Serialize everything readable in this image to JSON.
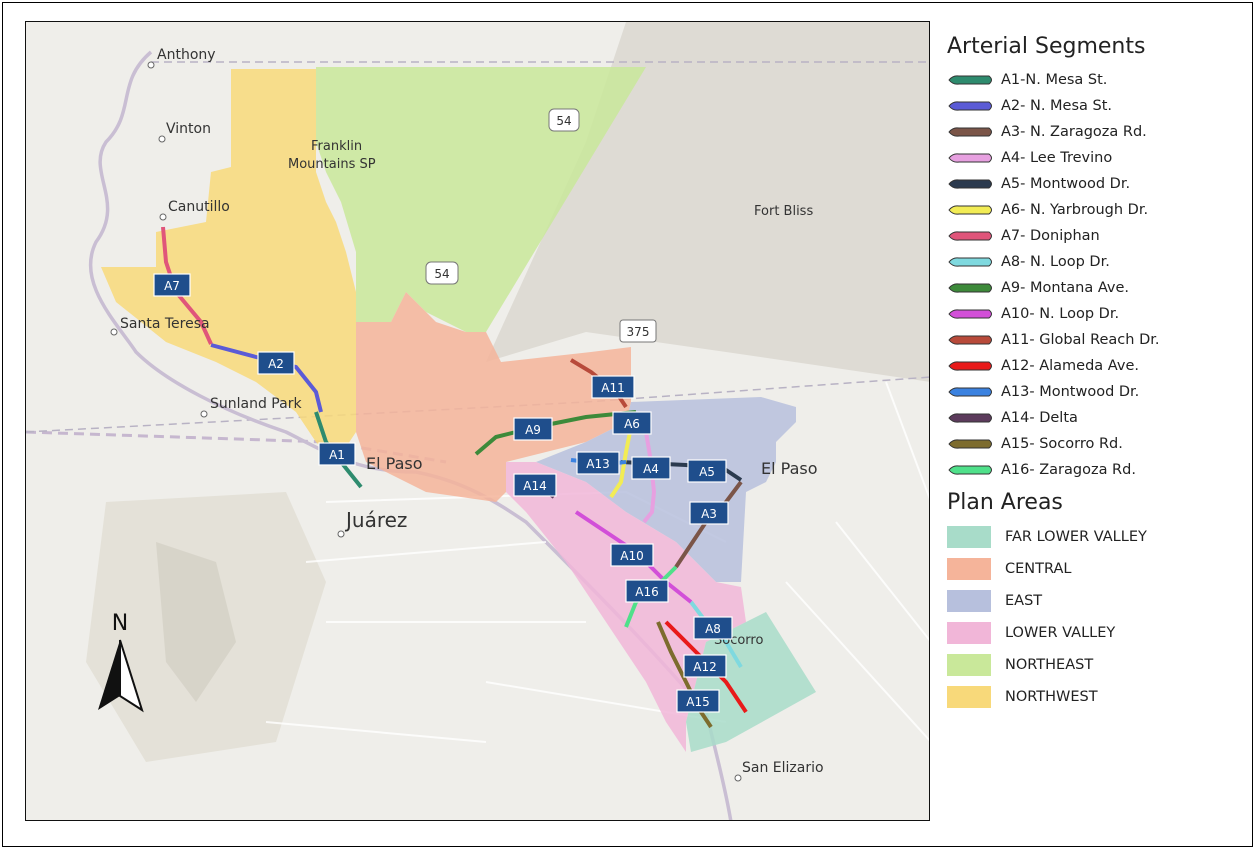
{
  "legend": {
    "segments_title": "Arterial Segments",
    "areas_title": "Plan Areas",
    "segments": [
      {
        "id": "A1",
        "label": "A1-N. Mesa St.",
        "color": "#2e8b6e"
      },
      {
        "id": "A2",
        "label": "A2- N. Mesa St.",
        "color": "#5b5bd6"
      },
      {
        "id": "A3",
        "label": "A3- N. Zaragoza Rd.",
        "color": "#7b5548"
      },
      {
        "id": "A4",
        "label": "A4- Lee Trevino",
        "color": "#e7a0e0"
      },
      {
        "id": "A5",
        "label": "A5- Montwood Dr.",
        "color": "#2b3a4e"
      },
      {
        "id": "A6",
        "label": "A6- N. Yarbrough Dr.",
        "color": "#f2ec55"
      },
      {
        "id": "A7",
        "label": "A7- Doniphan",
        "color": "#e0557a"
      },
      {
        "id": "A8",
        "label": "A8- N. Loop Dr.",
        "color": "#7fd9df"
      },
      {
        "id": "A9",
        "label": "A9- Montana Ave.",
        "color": "#3d8a3a"
      },
      {
        "id": "A10",
        "label": "A10- N. Loop Dr.",
        "color": "#d24fd8"
      },
      {
        "id": "A11",
        "label": "A11- Global Reach Dr.",
        "color": "#b84a3a"
      },
      {
        "id": "A12",
        "label": "A12- Alameda Ave.",
        "color": "#e81a1a"
      },
      {
        "id": "A13",
        "label": "A13- Montwood Dr.",
        "color": "#3b82e0"
      },
      {
        "id": "A14",
        "label": "A14- Delta",
        "color": "#5c3b5c"
      },
      {
        "id": "A15",
        "label": "A15- Socorro Rd.",
        "color": "#7d6c2e"
      },
      {
        "id": "A16",
        "label": "A16- Zaragoza Rd.",
        "color": "#4fe08a"
      }
    ],
    "areas": [
      {
        "label": " FAR LOWER VALLEY",
        "color": "#a8dcc9"
      },
      {
        "label": "CENTRAL",
        "color": "#f5b49a"
      },
      {
        "label": "EAST",
        "color": "#b7c0dd"
      },
      {
        "label": "LOWER VALLEY",
        "color": "#f1b6d8"
      },
      {
        "label": "NORTHEAST",
        "color": "#c9e89a"
      },
      {
        "label": "NORTHWEST",
        "color": "#f8d97a"
      }
    ]
  },
  "map": {
    "places": {
      "anthony": "Anthony",
      "vinton": "Vinton",
      "franklin": "Franklin",
      "mountains_sp": "Mountains SP",
      "canutillo": "Canutillo",
      "fort_bliss": "Fort Bliss",
      "santa_teresa": "Santa Teresa",
      "sunland_park": "Sunland Park",
      "el_paso_city": "El Paso",
      "el_paso_region": "El Paso",
      "juarez": "Juárez",
      "socorro": "Socorro",
      "san_elizario": "San Elizario"
    },
    "shields": {
      "us54_a": "54",
      "us54_b": "54",
      "loop375": "375"
    },
    "north": "N",
    "segment_tags": {
      "A1": "A1",
      "A2": "A2",
      "A3": "A3",
      "A4": "A4",
      "A5": "A5",
      "A6": "A6",
      "A7": "A7",
      "A8": "A8",
      "A9": "A9",
      "A10": "A10",
      "A11": "A11",
      "A12": "A12",
      "A13": "A13",
      "A14": "A14",
      "A15": "A15",
      "A16": "A16"
    }
  }
}
